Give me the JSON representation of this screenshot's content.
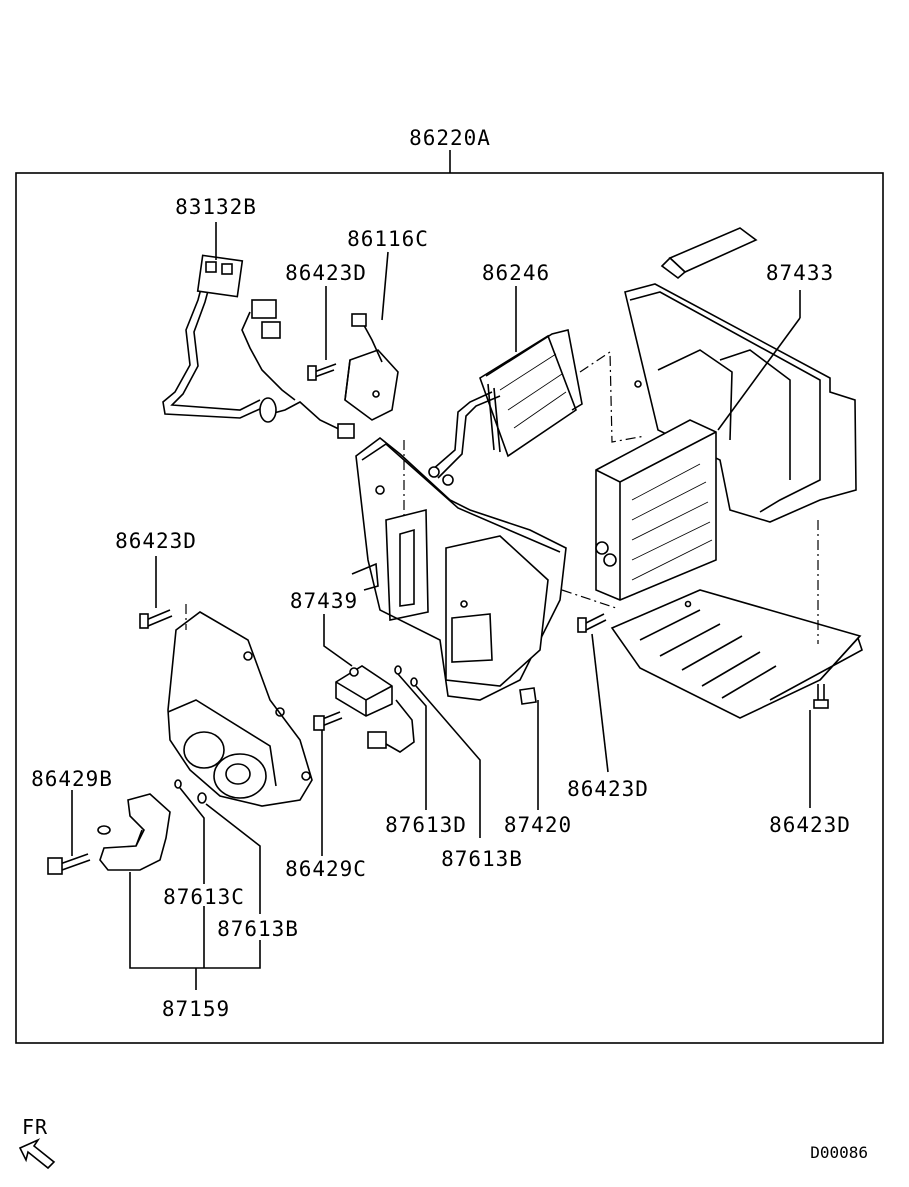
{
  "assembly_label": "86220A",
  "labels": {
    "wire_harness": "83132B",
    "actuator": "86116C",
    "screw_top": "86423D",
    "evaporator": "86246",
    "heater_core_case": "87433",
    "screw_left": "86423D",
    "resistor": "87439",
    "bolt_left": "86429B",
    "bolt_mid": "86429C",
    "oring_d": "87613D",
    "oring_b_mid": "87613B",
    "clip": "87420",
    "screw_mid": "86423D",
    "screw_right": "86423D",
    "oring_c": "87613C",
    "oring_b_low": "87613B",
    "tube_assy": "87159"
  },
  "fr_label": "FR",
  "diagram_code": "D00086"
}
